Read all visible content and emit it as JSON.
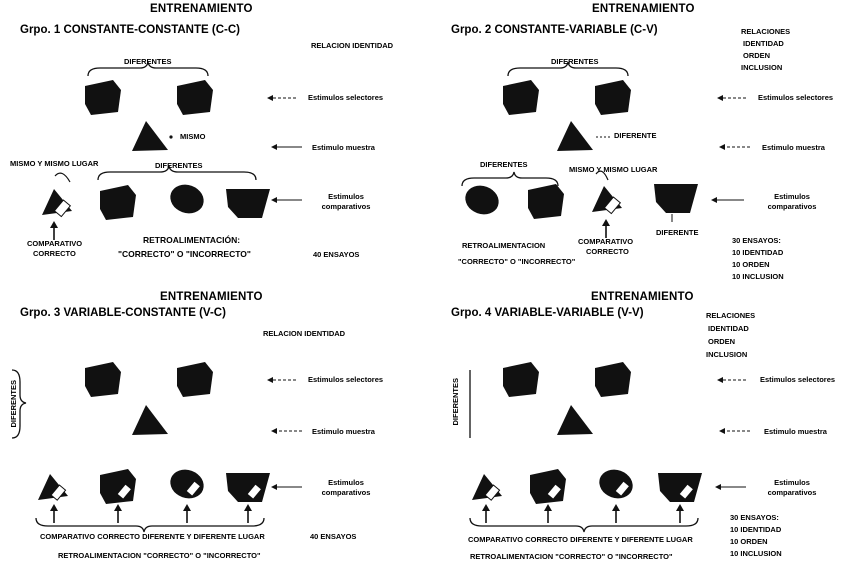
{
  "colors": {
    "shape": "#111111",
    "background": "#ffffff"
  },
  "panel1": {
    "heading": "ENTRENAMIENTO",
    "title": "Grpo. 1 CONSTANTE-CONSTANTE (C-C)",
    "relation": "RELACION IDENTIDAD",
    "diferentes_top": "DIFERENTES",
    "selectors_label": "Estimulos selectores",
    "mismo": "MISMO",
    "sample_label": "Estimulo muestra",
    "mismo_lugar": "MISMO Y MISMO LUGAR",
    "diferentes_bottom": "DIFERENTES",
    "comparison_label_1": "Estimulos",
    "comparison_label_2": "comparativos",
    "correct_1": "COMPARATIVO",
    "correct_2": "CORRECTO",
    "feedback_1": "RETROALIMENTACIÓN:",
    "feedback_2": "\"CORRECTO\" O \"INCORRECTO\"",
    "trials": "40 ENSAYOS"
  },
  "panel2": {
    "heading": "ENTRENAMIENTO",
    "title": "Grpo. 2 CONSTANTE-VARIABLE (C-V)",
    "relations": [
      "RELACIONES",
      "IDENTIDAD",
      "ORDEN",
      "INCLUSION"
    ],
    "diferentes_top": "DIFERENTES",
    "selectors_label": "Estimulos selectores",
    "diferente_sample": "DIFERENTE",
    "sample_label": "Estimulo muestra",
    "diferentes_left": "DIFERENTES",
    "mismo_lugar": "MISMO Y MISMO LUGAR",
    "diferente_right": "DIFERENTE",
    "comparison_label_1": "Estimulos",
    "comparison_label_2": "comparativos",
    "feedback_1": "RETROALIMENTACION",
    "feedback_2": "\"CORRECTO\" O \"INCORRECTO\"",
    "correct_1": "COMPARATIVO",
    "correct_2": "CORRECTO",
    "trials": [
      "30 ENSAYOS:",
      "10 IDENTIDAD",
      "10 ORDEN",
      "10 INCLUSION"
    ]
  },
  "panel3": {
    "heading": "ENTRENAMIENTO",
    "title": "Grpo. 3 VARIABLE-CONSTANTE (V-C)",
    "relation": "RELACION IDENTIDAD",
    "diferentes_side": "DIFERENTES",
    "selectors_label": "Estimulos selectores",
    "sample_label": "Estimulo muestra",
    "comparison_label_1": "Estimulos",
    "comparison_label_2": "comparativos",
    "correct_line": "COMPARATIVO CORRECTO DIFERENTE Y DIFERENTE LUGAR",
    "trials": "40 ENSAYOS",
    "feedback": "RETROALIMENTACION \"CORRECTO\" O \"INCORRECTO\""
  },
  "panel4": {
    "heading": "ENTRENAMIENTO",
    "title": "Grpo. 4 VARIABLE-VARIABLE (V-V)",
    "relations": [
      "RELACIONES",
      "IDENTIDAD",
      "ORDEN",
      "INCLUSION"
    ],
    "diferentes_side": "DIFERENTES",
    "selectors_label": "Estimulos selectores",
    "sample_label": "Estimulo muestra",
    "comparison_label_1": "Estimulos",
    "comparison_label_2": "comparativos",
    "correct_line": "COMPARATIVO CORRECTO DIFERENTE Y DIFERENTE LUGAR",
    "feedback": "RETROALIMENTACION \"CORRECTO\" O \"INCORRECTO\"",
    "trials": [
      "30 ENSAYOS:",
      "10 IDENTIDAD",
      "10 ORDEN",
      "10 INCLUSION"
    ]
  }
}
